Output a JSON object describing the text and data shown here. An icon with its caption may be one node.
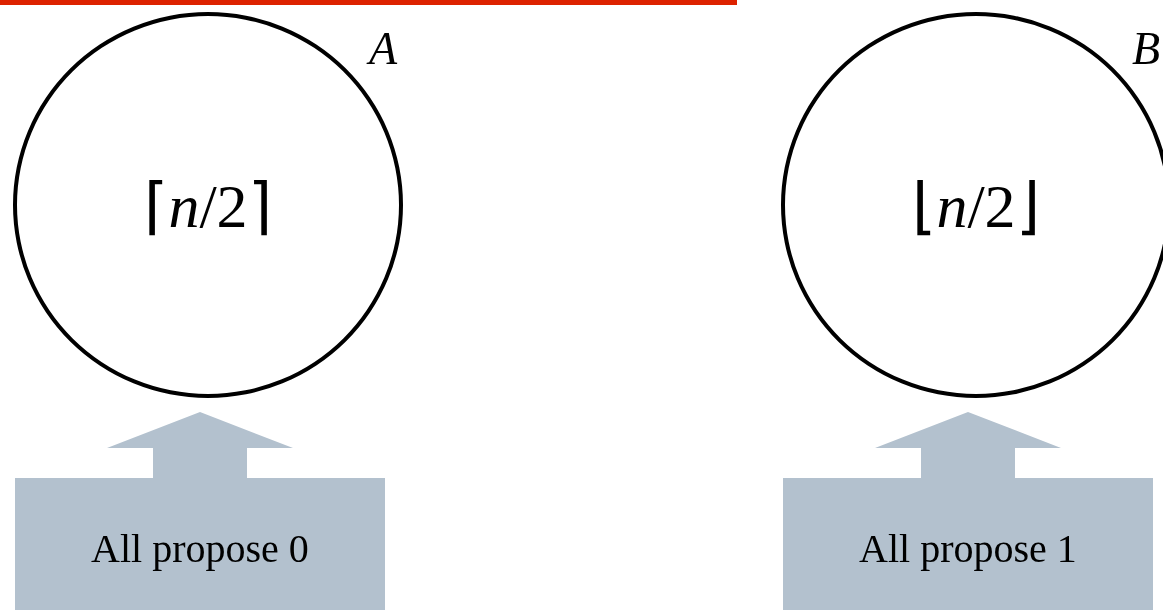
{
  "diagram": {
    "nodes": [
      {
        "text": [
          "⌈*n*/2⌉",
          "A"
        ]
      },
      {
        "text": [
          "⌊*n*/2⌋",
          "B"
        ]
      },
      {
        "text": [
          "All propose 0"
        ]
      },
      {
        "text": [
          "All propose 1"
        ]
      }
    ],
    "edges": [
      {
        "from": 2,
        "to": 0,
        "arrow": "to",
        "style": "thick"
      },
      {
        "from": 3,
        "to": 1,
        "arrow": "to",
        "style": "thick"
      }
    ]
  }
}
